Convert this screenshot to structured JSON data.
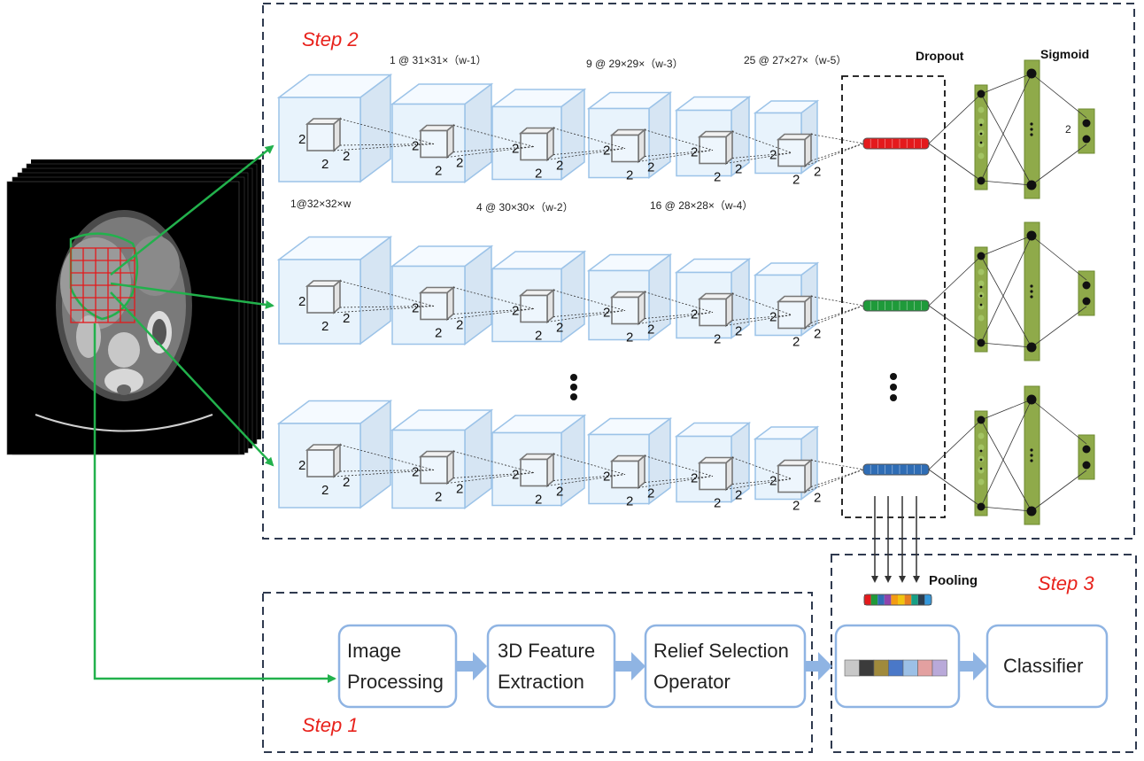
{
  "steps": {
    "step1": "Step 1",
    "step2": "Step 2",
    "step3": "Step 3"
  },
  "layer_labels": {
    "input": "1@32×32×w",
    "l1": "1 @ 31×31×（w-1）",
    "l2": "4 @ 30×30×（w-2）",
    "l3": "9 @ 29×29×（w-3）",
    "l4": "16 @ 28×28×（w-4）",
    "l5": "25 @ 27×27×（w-5）"
  },
  "kernel_dim": "2",
  "output_count": "2",
  "dropout_label": "Dropout",
  "sigmoid_label": "Sigmoid",
  "pooling_label": "Pooling",
  "pipeline": {
    "image_processing": [
      "Image",
      "Processing"
    ],
    "feature_extraction": [
      "3D Feature",
      "Extraction"
    ],
    "relief_selection": [
      "Relief Selection",
      "Operator"
    ],
    "classifier": "Classifier"
  },
  "colors": {
    "dash_border": "#2f3a4f",
    "cube_fill": "#e8f3fc",
    "cube_stroke": "#9cc3e8",
    "arrow_green": "#22b14c",
    "fc_green": "#8faa4a",
    "box_stroke": "#8fb4e3",
    "flow_arrow": "#8fb4e3",
    "step_red": "#e8221c",
    "vector_row1": "#e41a1c",
    "vector_row2": "#1f9a3a",
    "vector_row3": "#2f6db5"
  },
  "pooled_vector_colors": [
    "#e41a1c",
    "#1f9a3a",
    "#2f6db5",
    "#8e44ad",
    "#f39c12",
    "#f1c40f",
    "#e67e22",
    "#16a085",
    "#2c3e50",
    "#3498db"
  ],
  "feature_vector_colors": [
    "#c8c8c8",
    "#3b3b3b",
    "#a08a3c",
    "#4a78c8",
    "#9cc0e6",
    "#e3a0a0",
    "#b9a9d9"
  ]
}
